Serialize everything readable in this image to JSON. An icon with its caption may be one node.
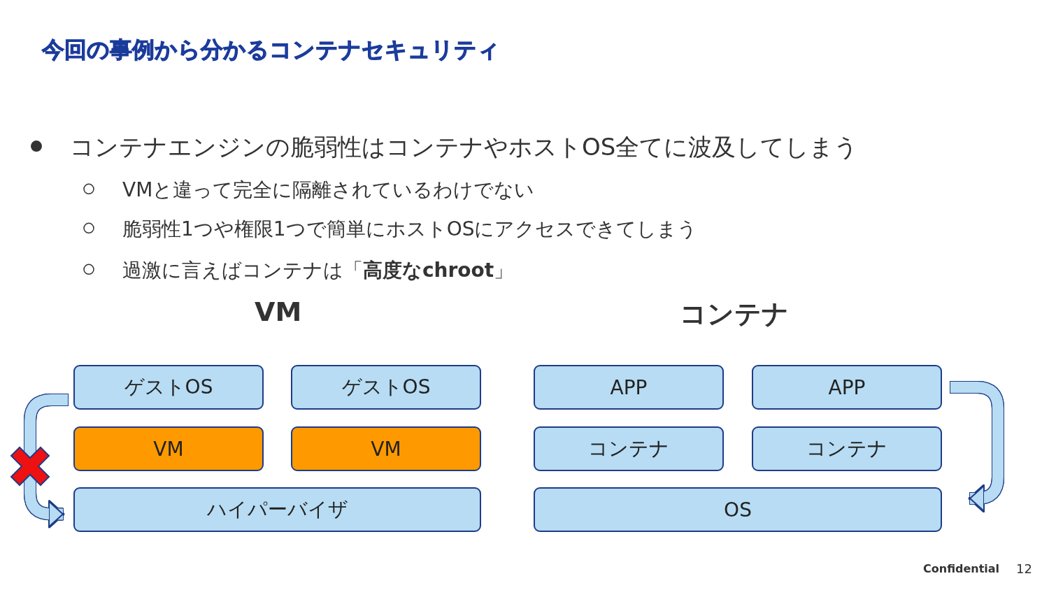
{
  "diagram": {
    "title": "今回の事例から分かるコンテナセキュリティ",
    "nodes": [
      {
        "text": [
          "ゲストOS"
        ]
      },
      {
        "text": [
          "ゲストOS"
        ]
      },
      {
        "text": [
          "VM"
        ]
      },
      {
        "text": [
          "VM"
        ]
      },
      {
        "text": [
          "ハイパーバイザ"
        ]
      },
      {
        "text": [
          "APP"
        ]
      },
      {
        "text": [
          "APP"
        ]
      },
      {
        "text": [
          "コンテナ"
        ]
      },
      {
        "text": [
          "コンテナ"
        ]
      },
      {
        "text": [
          "OS"
        ]
      }
    ],
    "edges": [
      {
        "from": 0,
        "to": 4,
        "arrow": "to"
      },
      {
        "from": 6,
        "to": 9,
        "arrow": "to"
      }
    ],
    "labels": [
      "コンテナエンジンの脆弱性はコンテナやホストOS全てに波及してしまう",
      "VMと違って完全に隔離されているわけでない",
      "脆弱性1つや権限1つで簡単にホストOSにアクセスできてしまう",
      "過激に言えばコンテナは「**高度なchroot**」",
      "VM",
      "コンテナ",
      "Confidential",
      "12"
    ]
  }
}
